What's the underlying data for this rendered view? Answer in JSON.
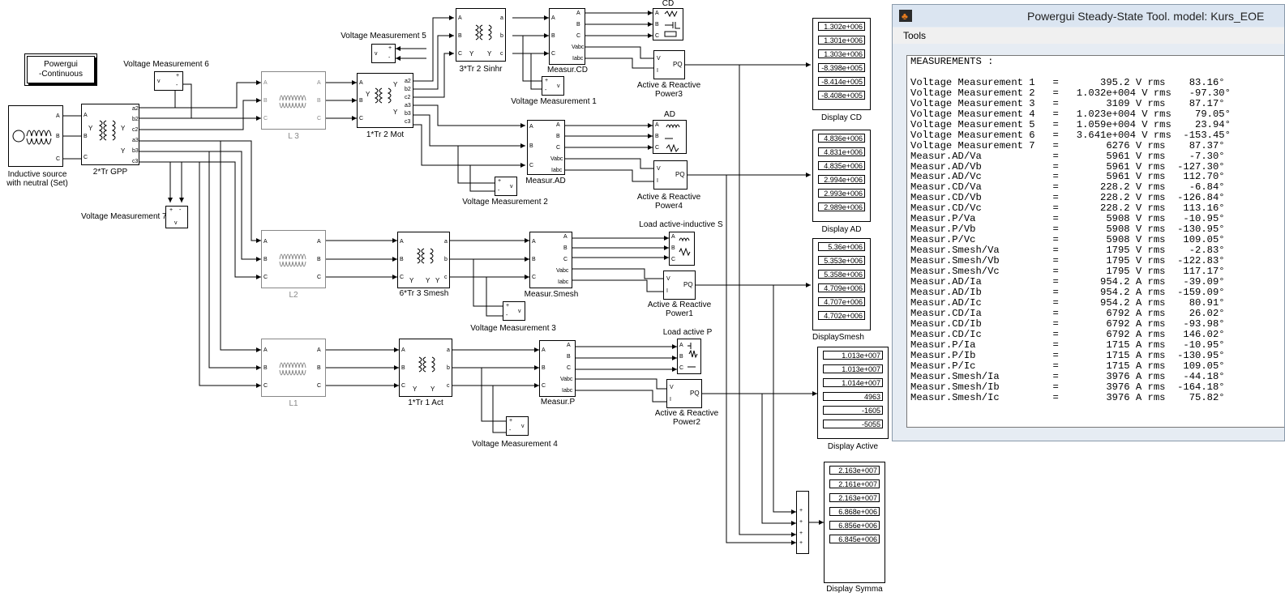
{
  "powergui": {
    "label_line1": "Powergui",
    "label_line2": "-Continuous"
  },
  "blocks": {
    "source_line1": "Inductive source",
    "source_line2": "with neutral (Set)",
    "tr_gpp": "2*Tr GPP",
    "l3": "L 3",
    "l2": "L2",
    "l1": "L1",
    "tr_mot": "1*Tr 2 Mot",
    "tr_sinhr": "3*Tr 2 Sinhr",
    "tr_smesh": "6*Tr 3 Smesh",
    "tr_act": "1*Tr 1 Act",
    "measur_cd": "Measur.CD",
    "measur_ad": "Measur.AD",
    "measur_smesh": "Measur.Smesh",
    "measur_p": "Measur.P",
    "load_cd": "CD",
    "load_ad": "AD",
    "load_smesh": "Load active-inductive  S",
    "load_p": "Load active P",
    "pq3_line1": "Active & Reactive",
    "pq3_line2": "Power3",
    "pq4_line1": "Active & Reactive",
    "pq4_line2": "Power4",
    "pq1_line1": "Active & Reactive",
    "pq1_line2": "Power1",
    "pq2_line1": "Active & Reactive",
    "pq2_line2": "Power2",
    "vm5": "Voltage Measurement 5",
    "vm6": "Voltage Measurement 6",
    "vm7": "Voltage Measurement 7",
    "vm1": "Voltage Measurement 1",
    "vm2": "Voltage Measurement 2",
    "vm3": "Voltage Measurement 3",
    "vm4": "Voltage Measurement 4"
  },
  "displays": {
    "cd": {
      "label": "Display CD",
      "values": [
        "1.302e+006",
        "1.301e+006",
        "1.303e+006",
        "-8.398e+005",
        "-8.414e+005",
        "-8.408e+005"
      ]
    },
    "ad": {
      "label": "Display AD",
      "values": [
        "4.836e+006",
        "4.831e+006",
        "4.835e+006",
        "2.994e+006",
        "2.993e+006",
        "2.989e+006"
      ]
    },
    "smesh": {
      "label": "DisplaySmesh",
      "values": [
        "5.36e+006",
        "5.353e+006",
        "5.358e+006",
        "4.709e+006",
        "4.707e+006",
        "4.702e+006"
      ]
    },
    "active": {
      "label": "Display Active",
      "values": [
        "1.013e+007",
        "1.013e+007",
        "1.014e+007",
        "4963",
        "-1605",
        "-5055"
      ]
    },
    "symma": {
      "label": "Display Symma",
      "values": [
        "2.163e+007",
        "2.161e+007",
        "2.163e+007",
        "6.868e+006",
        "6.856e+006",
        "6.845e+006"
      ]
    }
  },
  "steady_state_window": {
    "title": "Powergui Steady-State Tool. model: Kurs_EOE",
    "menu_tools": "Tools",
    "lines": [
      "MEASUREMENTS :",
      "",
      "Voltage Measurement 1   =       395.2 V rms    83.16°",
      "Voltage Measurement 2   =   1.032e+004 V rms   -97.30°",
      "Voltage Measurement 3   =        3109 V rms    87.17°",
      "Voltage Measurement 4   =   1.023e+004 V rms    79.05°",
      "Voltage Measurement 5   =   1.059e+004 V rms    23.94°",
      "Voltage Measurement 6   =   3.641e+004 V rms  -153.45°",
      "Voltage Measurement 7   =        6276 V rms    87.37°",
      "Measur.AD/Va            =        5961 V rms    -7.30°",
      "Measur.AD/Vb            =        5961 V rms  -127.30°",
      "Measur.AD/Vc            =        5961 V rms   112.70°",
      "Measur.CD/Va            =       228.2 V rms    -6.84°",
      "Measur.CD/Vb            =       228.2 V rms  -126.84°",
      "Measur.CD/Vc            =       228.2 V rms   113.16°",
      "Measur.P/Va             =        5908 V rms   -10.95°",
      "Measur.P/Vb             =        5908 V rms  -130.95°",
      "Measur.P/Vc             =        5908 V rms   109.05°",
      "Measur.Smesh/Va         =        1795 V rms    -2.83°",
      "Measur.Smesh/Vb         =        1795 V rms  -122.83°",
      "Measur.Smesh/Vc         =        1795 V rms   117.17°",
      "Measur.AD/Ia            =       954.2 A rms   -39.09°",
      "Measur.AD/Ib            =       954.2 A rms  -159.09°",
      "Measur.AD/Ic            =       954.2 A rms    80.91°",
      "Measur.CD/Ia            =        6792 A rms    26.02°",
      "Measur.CD/Ib            =        6792 A rms   -93.98°",
      "Measur.CD/Ic            =        6792 A rms   146.02°",
      "Measur.P/Ia             =        1715 A rms   -10.95°",
      "Measur.P/Ib             =        1715 A rms  -130.95°",
      "Measur.P/Ic             =        1715 A rms   109.05°",
      "Measur.Smesh/Ia         =        3976 A rms   -44.18°",
      "Measur.Smesh/Ib         =        3976 A rms  -164.18°",
      "Measur.Smesh/Ic         =        3976 A rms    75.82°"
    ]
  }
}
